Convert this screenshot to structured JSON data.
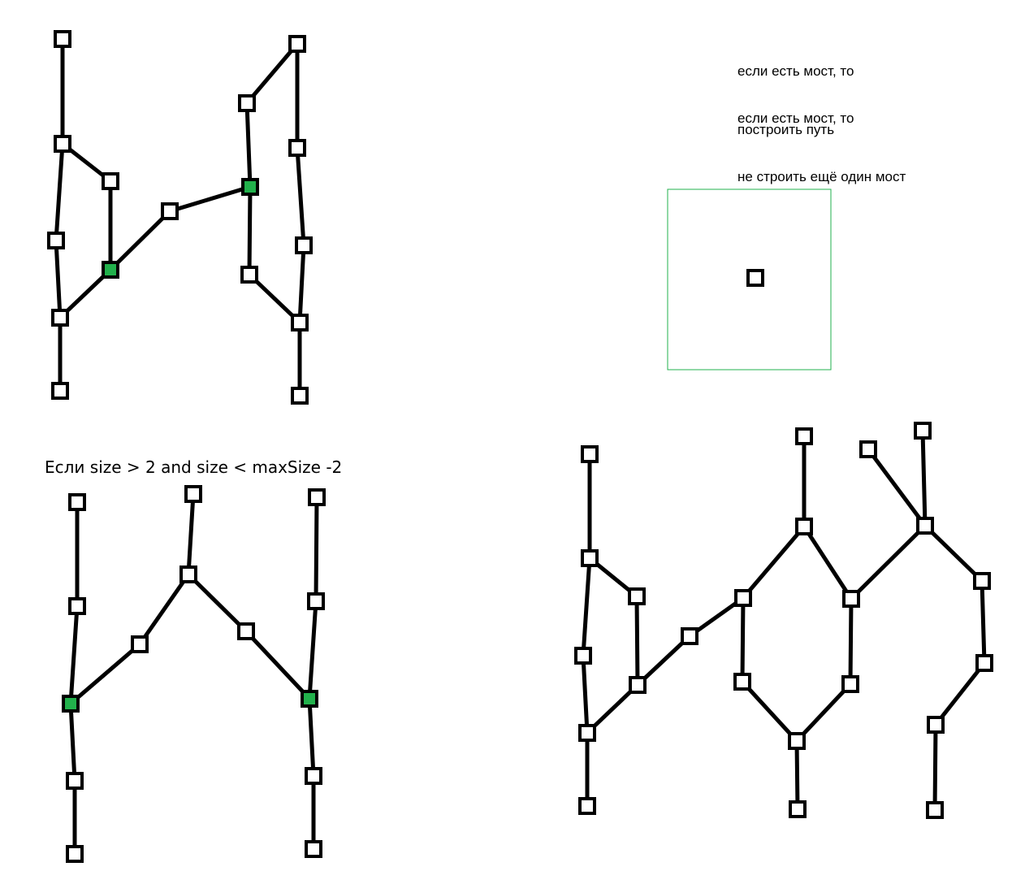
{
  "notes": {
    "note1_line1": "если есть мост, то",
    "note1_line2": "построить путь",
    "note2_line1": "если есть мост, то",
    "note2_line2": "не строить ещё один мост"
  },
  "caption": "Если size > 2 and size < maxSize -2",
  "colors": {
    "line": "#000000",
    "node_fill": "#ffffff",
    "highlight": "#22b14c",
    "frame": "#22b14c"
  }
}
